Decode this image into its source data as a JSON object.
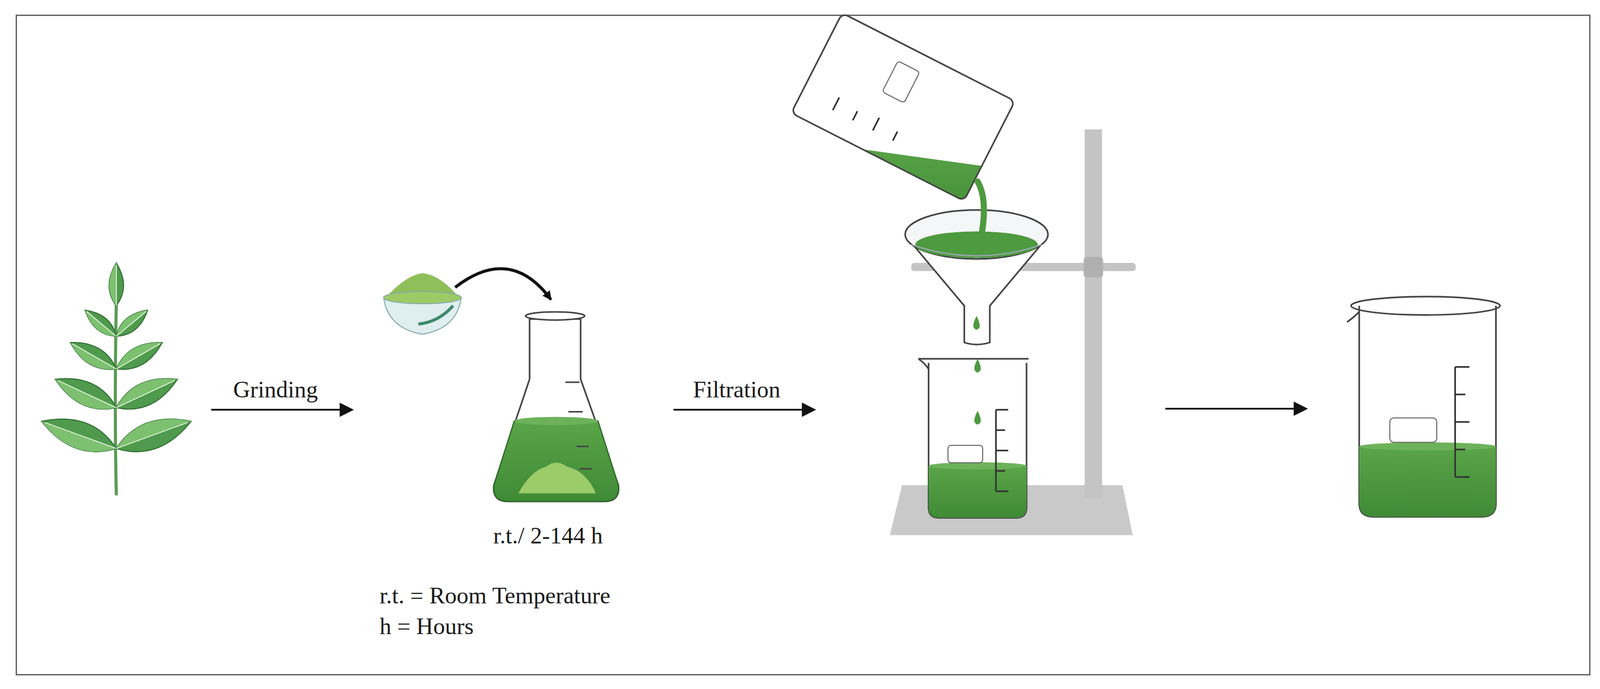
{
  "diagram": {
    "labels": [
      "Grinding",
      "Filtration",
      "r.t./ 2-144 h",
      "r.t. = Room Temperature",
      "h = Hours"
    ]
  }
}
